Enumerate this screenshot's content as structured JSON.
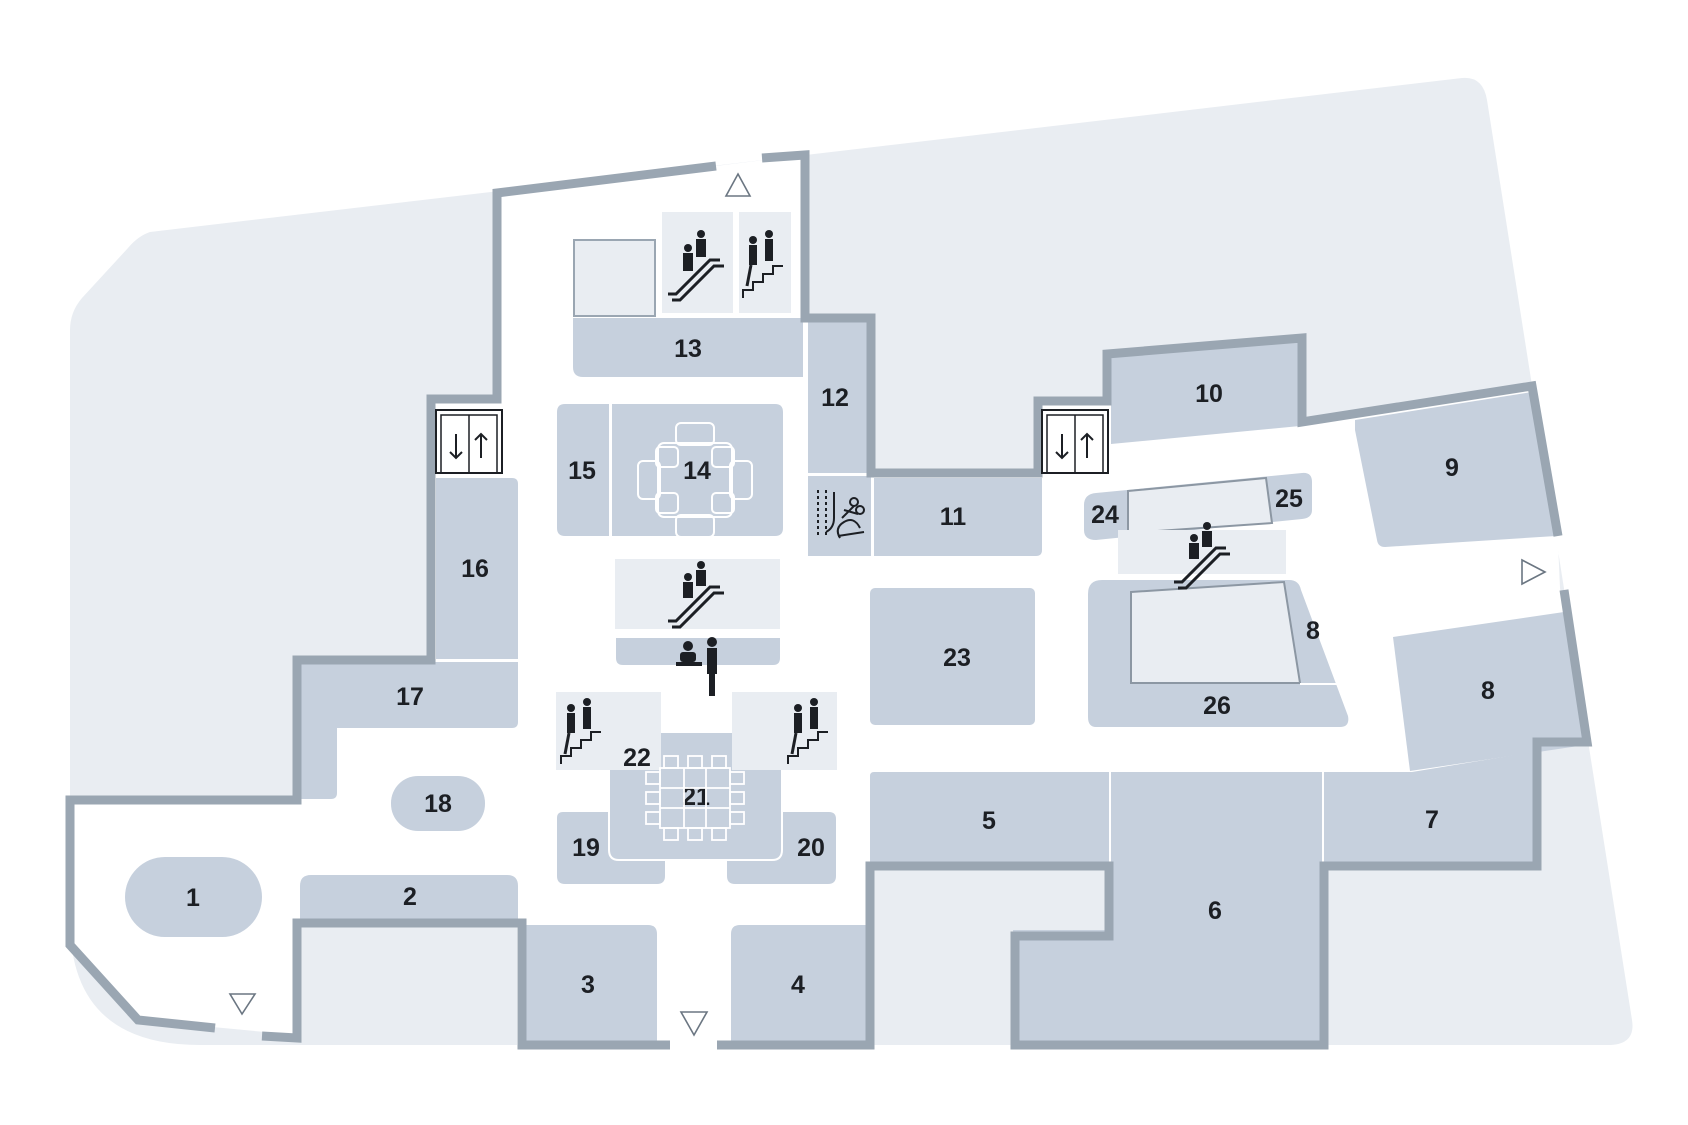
{
  "colors": {
    "background": "#ffffff",
    "outdoor": "#e9edf2",
    "unit": "#c6d0dd",
    "wall": "#9aa6b2",
    "facility": "#e9edf2",
    "label": "#1c1f24"
  },
  "units": {
    "u1": "1",
    "u2": "2",
    "u3": "3",
    "u4": "4",
    "u5": "5",
    "u6": "6",
    "u7": "7",
    "u8a": "8",
    "u8b": "8",
    "u9": "9",
    "u10": "10",
    "u11": "11",
    "u12": "12",
    "u13": "13",
    "u14": "14",
    "u15": "15",
    "u16": "16",
    "u17": "17",
    "u18": "18",
    "u19": "19",
    "u20": "20",
    "u21": "21",
    "u22": "22",
    "u23": "23",
    "u24": "24",
    "u25": "25",
    "u26": "26"
  },
  "icons": {
    "elevator": "elevator-icon",
    "escalator": "escalator-icon",
    "stairs": "stairs-icon",
    "info_desk": "info-desk-icon",
    "entrance": "entrance-arrow-icon",
    "seating": "seating-area-icon",
    "tailor": "tailor-service-icon"
  }
}
